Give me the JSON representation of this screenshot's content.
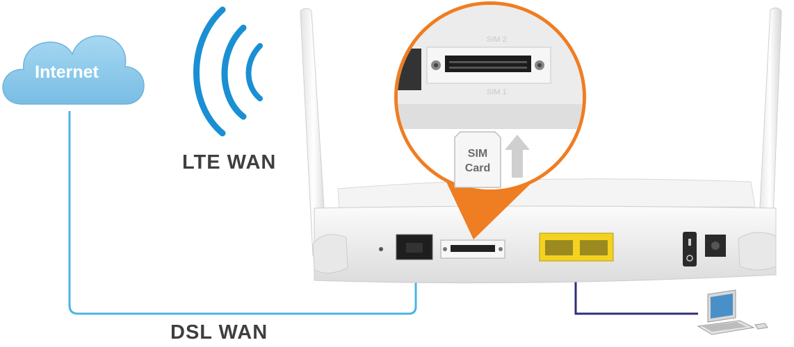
{
  "labels": {
    "internet": "Internet",
    "lte_wan": "LTE  WAN",
    "dsl_wan": "DSL  WAN",
    "sim_card_line1": "SIM",
    "sim_card_line2": "Card",
    "sim_slot_2": "SIM 2",
    "sim_slot_1": "SIM 1"
  },
  "colors": {
    "internet_cloud": "#8fcbea",
    "wireless_waves": "#1b8fd4",
    "dsl_cable": "#4db3e6",
    "lan_cable": "#2e2e7a",
    "callout_ring": "#ef7d22",
    "lan_ports": "#f4d21f",
    "router_body": "#eeeeee"
  },
  "icons": [
    "internet-cloud-icon",
    "wireless-signal-icon",
    "router-device",
    "sim-card-icon",
    "up-arrow-icon",
    "computer-icon"
  ]
}
